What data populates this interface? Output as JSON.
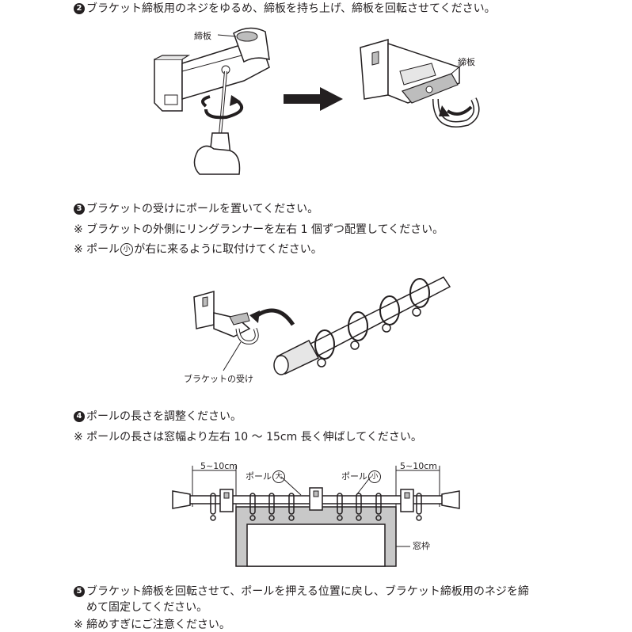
{
  "step2": {
    "num": "2",
    "text": "ブラケット締板用のネジをゆるめ、締板を持ち上げ、締板を回転させてください。",
    "label_left": "締板",
    "label_right": "締板"
  },
  "step3": {
    "num": "3",
    "text": "ブラケットの受けにポールを置いてください。",
    "note1": "※ ブラケットの外側にリングランナーを左右 1 個ずつ配置してください。",
    "note2_pre": "※ ポール",
    "note2_circle": "小",
    "note2_post": "が右に来るように取付けてください。",
    "label_receiver": "ブラケットの受け"
  },
  "step4": {
    "num": "4",
    "text": "ポールの長さを調整ください。",
    "note": "※ ポールの長さは窓幅より左右 10 〜 15cm 長く伸ばしてください。",
    "dim_left": "5~10cm",
    "dim_right": "5~10cm",
    "pole_big_pre": "ポール",
    "pole_big_circle": "大",
    "pole_small_pre": "ポール",
    "pole_small_circle": "小",
    "frame_label": "窓枠"
  },
  "step5": {
    "num": "5",
    "text1": "ブラケット締板を回転させて、ポールを押える位置に戻し、ブラケット締板用のネジを締",
    "text2": "めて固定してください。",
    "note": "※ 締めすぎにご注意ください。"
  },
  "colors": {
    "ink": "#231f20",
    "frame_fill": "#c8c8c8",
    "arrow": "#231f20"
  }
}
